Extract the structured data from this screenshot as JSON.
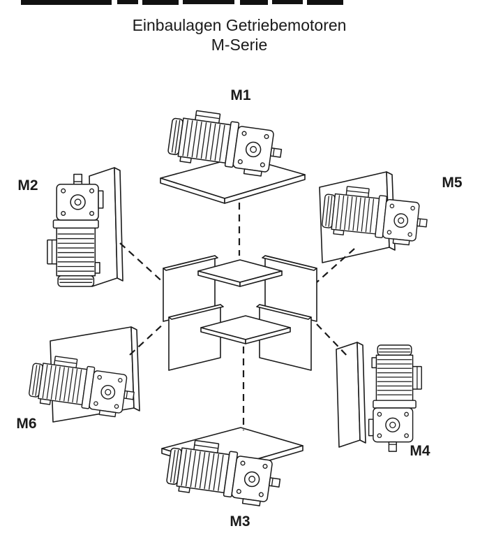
{
  "title": {
    "line1": "Einbaulagen Getriebemotoren",
    "line2": "M-Serie"
  },
  "positions": {
    "m1": {
      "label": "M1"
    },
    "m2": {
      "label": "M2"
    },
    "m3": {
      "label": "M3"
    },
    "m4": {
      "label": "M4"
    },
    "m5": {
      "label": "M5"
    },
    "m6": {
      "label": "M6"
    }
  },
  "colors": {
    "line": "#1a1a1a",
    "background": "#ffffff"
  }
}
